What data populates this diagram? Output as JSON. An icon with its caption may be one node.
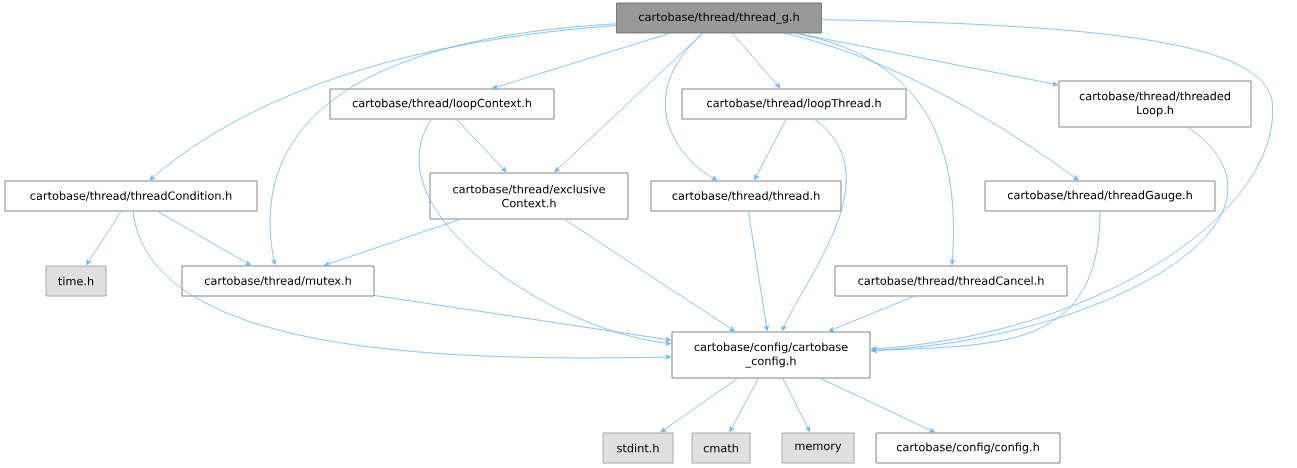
{
  "diagram": {
    "nodes": [
      {
        "text": [
          "cartobase/thread/thread_g.h"
        ]
      },
      {
        "text": [
          "cartobase/thread/threadCondition.h"
        ]
      },
      {
        "text": [
          "cartobase/thread/loopContext.h"
        ]
      },
      {
        "text": [
          "cartobase/thread/exclusive Context.h"
        ]
      },
      {
        "text": [
          "cartobase/thread/loopThread.h"
        ]
      },
      {
        "text": [
          "cartobase/thread/thread.h"
        ]
      },
      {
        "text": [
          "cartobase/thread/threaded Loop.h"
        ]
      },
      {
        "text": [
          "cartobase/thread/threadGauge.h"
        ]
      },
      {
        "text": [
          "time.h"
        ]
      },
      {
        "text": [
          "cartobase/thread/mutex.h"
        ]
      },
      {
        "text": [
          "cartobase/thread/threadCancel.h"
        ]
      },
      {
        "text": [
          "cartobase/config/cartobase _config.h"
        ]
      },
      {
        "text": [
          "stdint.h"
        ]
      },
      {
        "text": [
          "cmath"
        ]
      },
      {
        "text": [
          "memory"
        ]
      },
      {
        "text": [
          "cartobase/config/config.h"
        ]
      }
    ],
    "edges": [
      {
        "from": 0,
        "to": 1,
        "arrow": "to"
      },
      {
        "from": 0,
        "to": 9,
        "arrow": "to"
      },
      {
        "from": 0,
        "to": 2,
        "arrow": "to"
      },
      {
        "from": 0,
        "to": 3,
        "arrow": "to"
      },
      {
        "from": 0,
        "to": 5,
        "arrow": "to"
      },
      {
        "from": 0,
        "to": 4,
        "arrow": "to"
      },
      {
        "from": 0,
        "to": 10,
        "arrow": "to"
      },
      {
        "from": 0,
        "to": 7,
        "arrow": "to"
      },
      {
        "from": 0,
        "to": 6,
        "arrow": "to"
      },
      {
        "from": 0,
        "to": 11,
        "arrow": "to"
      },
      {
        "from": 1,
        "to": 8,
        "arrow": "to"
      },
      {
        "from": 1,
        "to": 9,
        "arrow": "to"
      },
      {
        "from": 1,
        "to": 11,
        "arrow": "to"
      },
      {
        "from": 2,
        "to": 3,
        "arrow": "to"
      },
      {
        "from": 2,
        "to": 11,
        "arrow": "to"
      },
      {
        "from": 3,
        "to": 9,
        "arrow": "to"
      },
      {
        "from": 3,
        "to": 11,
        "arrow": "to"
      },
      {
        "from": 4,
        "to": 5,
        "arrow": "to"
      },
      {
        "from": 4,
        "to": 11,
        "arrow": "to"
      },
      {
        "from": 5,
        "to": 11,
        "arrow": "to"
      },
      {
        "from": 6,
        "to": 11,
        "arrow": "to"
      },
      {
        "from": 7,
        "to": 11,
        "arrow": "to"
      },
      {
        "from": 9,
        "to": 11,
        "arrow": "to"
      },
      {
        "from": 10,
        "to": 11,
        "arrow": "to"
      },
      {
        "from": 11,
        "to": 12,
        "arrow": "to"
      },
      {
        "from": 11,
        "to": 13,
        "arrow": "to"
      },
      {
        "from": 11,
        "to": 14,
        "arrow": "to"
      },
      {
        "from": 11,
        "to": 15,
        "arrow": "to"
      }
    ]
  }
}
